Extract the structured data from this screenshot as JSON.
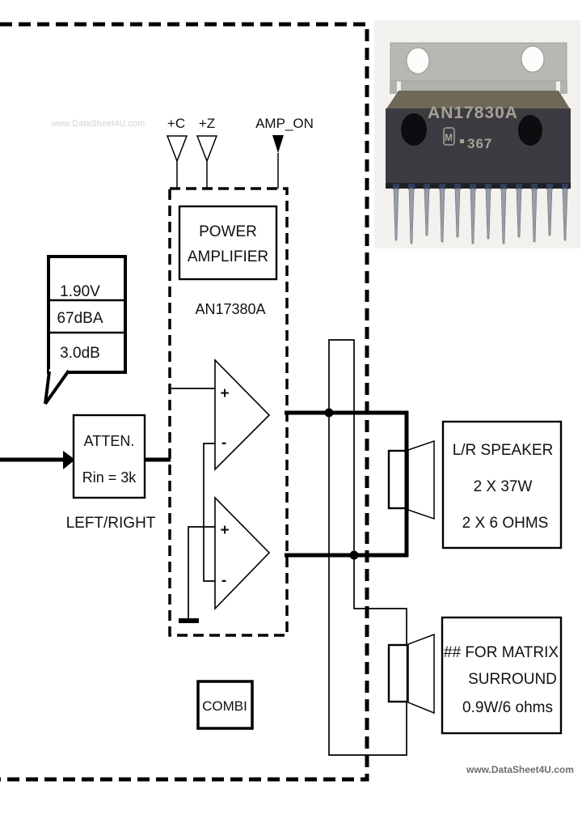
{
  "watermarks": {
    "top": "www.DataSheet4U.com",
    "bottom": "www.DataSheet4U.com"
  },
  "supply": {
    "plus_c": "+C",
    "plus_z": "+Z",
    "amp_on": "AMP_ON"
  },
  "callout": {
    "row1": "1.90V",
    "row2": "67dBA",
    "row3": "3.0dB"
  },
  "attenuator": {
    "title": "ATTEN.",
    "value": "Rin = 3k"
  },
  "channel_label": "LEFT/RIGHT",
  "power_amp": {
    "box_line1": "POWER",
    "box_line2": "AMPLIFIER",
    "part_number": "AN17380A",
    "plus": "+",
    "minus": "-"
  },
  "lr_speaker_box": {
    "line1": "L/R SPEAKER",
    "line2": "2 X 37W",
    "line3": "2 X 6 OHMS"
  },
  "surround_box": {
    "line1": "## FOR MATRIX",
    "line2": "SURROUND",
    "line3": "0.9W/6 ohms"
  },
  "combi": {
    "label": "COMBI"
  },
  "chip": {
    "marking": "AN17830A",
    "logo_letter": "M",
    "lot_code": "367"
  },
  "colors": {
    "schematic_line": "#000000",
    "chip_body": "#3b3c41",
    "chip_marking": "#a9a093",
    "metal_tab": "#b6b8b4",
    "watermark_top": "#d4d4d4",
    "watermark_bottom": "#6e6e6e"
  }
}
